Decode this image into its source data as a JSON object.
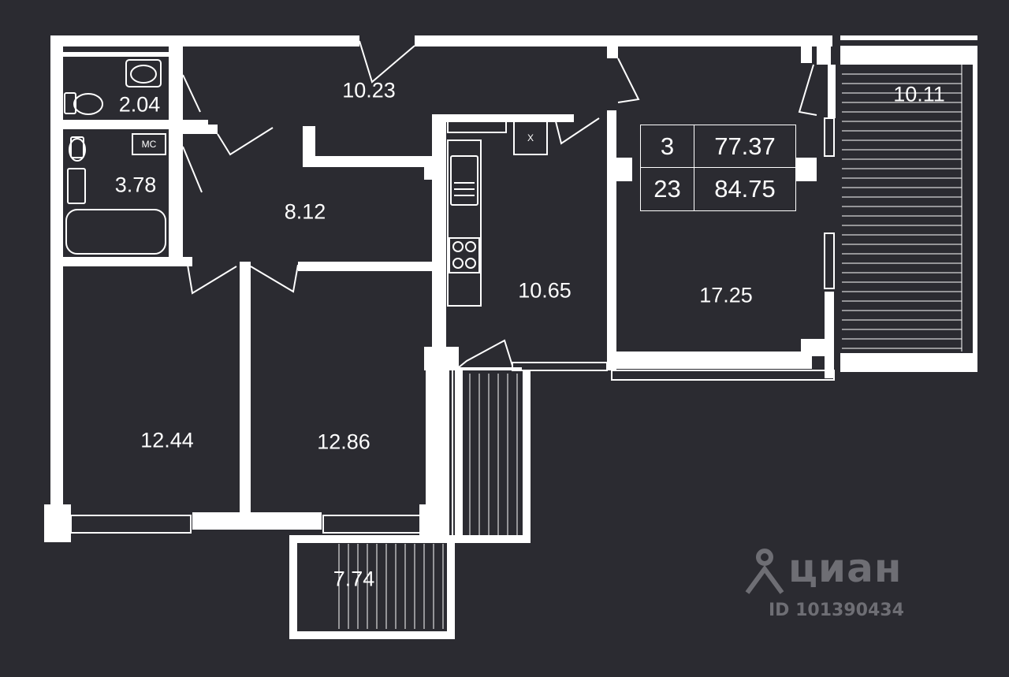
{
  "rooms": {
    "toilet": "2.04",
    "corridor": "10.23",
    "bathroom": "3.78",
    "hall": "8.12",
    "kitchen": "10.65",
    "living_room": "17.25",
    "bedroom_left": "12.44",
    "bedroom_middle": "12.86",
    "balcony_right": "10.11",
    "balcony_bottom": "7.74"
  },
  "fixtures": {
    "washer_label": "МС",
    "cabinet_label": "Х"
  },
  "info": {
    "rooms_count": "3",
    "living_area": "77.37",
    "floor": "23",
    "total_area": "84.75"
  },
  "watermark": {
    "brand": "циан",
    "listing_id": "ID 101390434"
  },
  "colors": {
    "background": "#2b2b31",
    "walls": "#ffffff",
    "watermark": "#6e6e74"
  }
}
